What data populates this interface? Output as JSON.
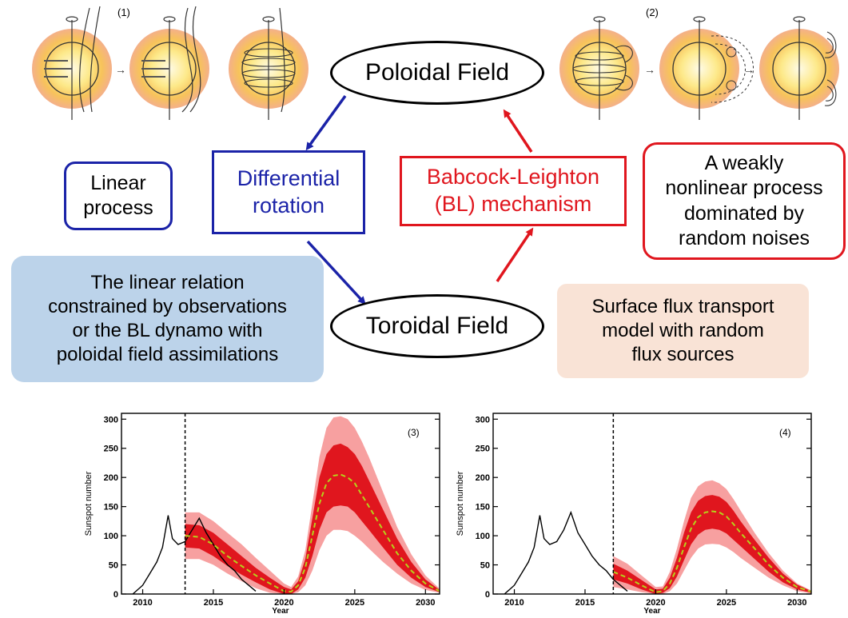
{
  "labels": {
    "poloidal": "Poloidal Field",
    "toroidal": "Toroidal Field",
    "differential_line1": "Differential",
    "differential_line2": "rotation",
    "bl_line1": "Babcock-Leighton",
    "bl_line2": "(BL) mechanism",
    "linear_line1": "Linear",
    "linear_line2": "process",
    "weak_line1": "A weakly",
    "weak_line2": "nonlinear process",
    "weak_line3": "dominated by",
    "weak_line4": "random noises",
    "left_note_line1": "The linear relation",
    "left_note_line2": "constrained by observations",
    "left_note_line3": "or the BL dynamo with",
    "left_note_line4": "poloidal field assimilations",
    "right_note_line1": "Surface flux transport",
    "right_note_line2": "model with random",
    "right_note_line3": "flux sources",
    "panel1": "(1)",
    "panel2": "(2)"
  },
  "colors": {
    "blue": "#1b23a8",
    "red": "#e0161e",
    "light_red": "#f7a0a0",
    "forecast_dash": "#b5d31a",
    "note_blue": "#bcd3ea",
    "note_peach": "#f9e3d6"
  },
  "chart_data": [
    {
      "type": "line",
      "panel": "(3)",
      "xlabel": "Year",
      "ylabel": "Sunspot number",
      "xlim": [
        2008.5,
        2031
      ],
      "ylim": [
        0,
        310
      ],
      "xticks": [
        2010,
        2015,
        2020,
        2025,
        2030
      ],
      "yticks": [
        0,
        50,
        100,
        150,
        200,
        250,
        300
      ],
      "vline": 2013,
      "observed": {
        "x": [
          2009.3,
          2010.0,
          2010.5,
          2011.0,
          2011.4,
          2011.8,
          2012.1,
          2012.5,
          2013.0,
          2013.5,
          2014.0,
          2014.5,
          2015.0,
          2015.5,
          2016.0,
          2016.5,
          2017.0,
          2017.5,
          2018.0
        ],
        "y": [
          0,
          15,
          35,
          55,
          80,
          135,
          95,
          85,
          90,
          110,
          130,
          105,
          85,
          65,
          50,
          40,
          25,
          15,
          5
        ]
      },
      "forecast": {
        "x": [
          2013.0,
          2014.0,
          2015.0,
          2016.0,
          2017.0,
          2018.0,
          2019.0,
          2020.0,
          2020.5,
          2021.0,
          2021.5,
          2022.0,
          2022.5,
          2023.0,
          2023.5,
          2024.0,
          2024.5,
          2025.0,
          2025.5,
          2026.0,
          2027.0,
          2028.0,
          2029.0,
          2030.0,
          2031.0
        ],
        "mean": [
          100,
          98,
          85,
          65,
          48,
          32,
          18,
          5,
          4,
          15,
          45,
          100,
          155,
          190,
          203,
          205,
          200,
          190,
          170,
          150,
          110,
          70,
          40,
          18,
          5
        ],
        "inner_low": [
          80,
          78,
          65,
          48,
          33,
          20,
          8,
          0,
          0,
          8,
          28,
          65,
          110,
          140,
          150,
          152,
          150,
          140,
          125,
          110,
          80,
          50,
          28,
          12,
          3
        ],
        "inner_high": [
          120,
          118,
          105,
          85,
          65,
          45,
          28,
          12,
          8,
          22,
          60,
          130,
          200,
          240,
          255,
          258,
          252,
          240,
          220,
          195,
          145,
          95,
          55,
          25,
          7
        ],
        "outer_low": [
          60,
          60,
          50,
          35,
          22,
          10,
          2,
          0,
          0,
          3,
          15,
          40,
          75,
          100,
          110,
          110,
          108,
          100,
          90,
          78,
          55,
          35,
          18,
          7,
          2
        ],
        "outer_high": [
          140,
          140,
          125,
          105,
          85,
          62,
          40,
          18,
          12,
          30,
          75,
          155,
          235,
          285,
          303,
          305,
          300,
          285,
          262,
          235,
          175,
          115,
          68,
          32,
          9
        ]
      }
    },
    {
      "type": "line",
      "panel": "(4)",
      "xlabel": "Year",
      "ylabel": "Sunspot number",
      "xlim": [
        2008.5,
        2031
      ],
      "ylim": [
        0,
        310
      ],
      "xticks": [
        2010,
        2015,
        2020,
        2025,
        2030
      ],
      "yticks": [
        0,
        50,
        100,
        150,
        200,
        250,
        300
      ],
      "vline": 2017,
      "observed": {
        "x": [
          2009.3,
          2010.0,
          2010.5,
          2011.0,
          2011.4,
          2011.8,
          2012.1,
          2012.5,
          2013.0,
          2013.5,
          2014.0,
          2014.5,
          2015.0,
          2015.5,
          2016.0,
          2016.5,
          2017.0,
          2017.5,
          2018.0
        ],
        "y": [
          0,
          15,
          35,
          55,
          80,
          135,
          95,
          85,
          90,
          110,
          140,
          105,
          85,
          65,
          50,
          40,
          25,
          15,
          5
        ]
      },
      "forecast": {
        "x": [
          2017.0,
          2018.0,
          2019.0,
          2020.0,
          2020.5,
          2021.0,
          2021.5,
          2022.0,
          2022.5,
          2023.0,
          2023.5,
          2024.0,
          2024.5,
          2025.0,
          2025.5,
          2026.0,
          2027.0,
          2028.0,
          2029.0,
          2030.0,
          2031.0
        ],
        "mean": [
          38,
          28,
          15,
          3,
          5,
          18,
          45,
          80,
          112,
          132,
          140,
          142,
          140,
          133,
          120,
          105,
          78,
          50,
          28,
          12,
          4
        ],
        "inner_low": [
          25,
          18,
          8,
          0,
          2,
          10,
          30,
          58,
          85,
          102,
          110,
          112,
          110,
          104,
          93,
          82,
          60,
          38,
          20,
          8,
          2
        ],
        "inner_high": [
          52,
          40,
          24,
          8,
          9,
          28,
          62,
          105,
          140,
          160,
          168,
          170,
          167,
          158,
          143,
          125,
          93,
          62,
          35,
          16,
          5
        ],
        "outer_low": [
          12,
          8,
          3,
          0,
          0,
          5,
          18,
          40,
          62,
          78,
          85,
          86,
          85,
          80,
          72,
          62,
          45,
          28,
          15,
          5,
          1
        ],
        "outer_high": [
          65,
          52,
          32,
          12,
          13,
          38,
          78,
          125,
          165,
          185,
          193,
          195,
          190,
          180,
          163,
          143,
          105,
          70,
          40,
          18,
          6
        ]
      }
    }
  ]
}
